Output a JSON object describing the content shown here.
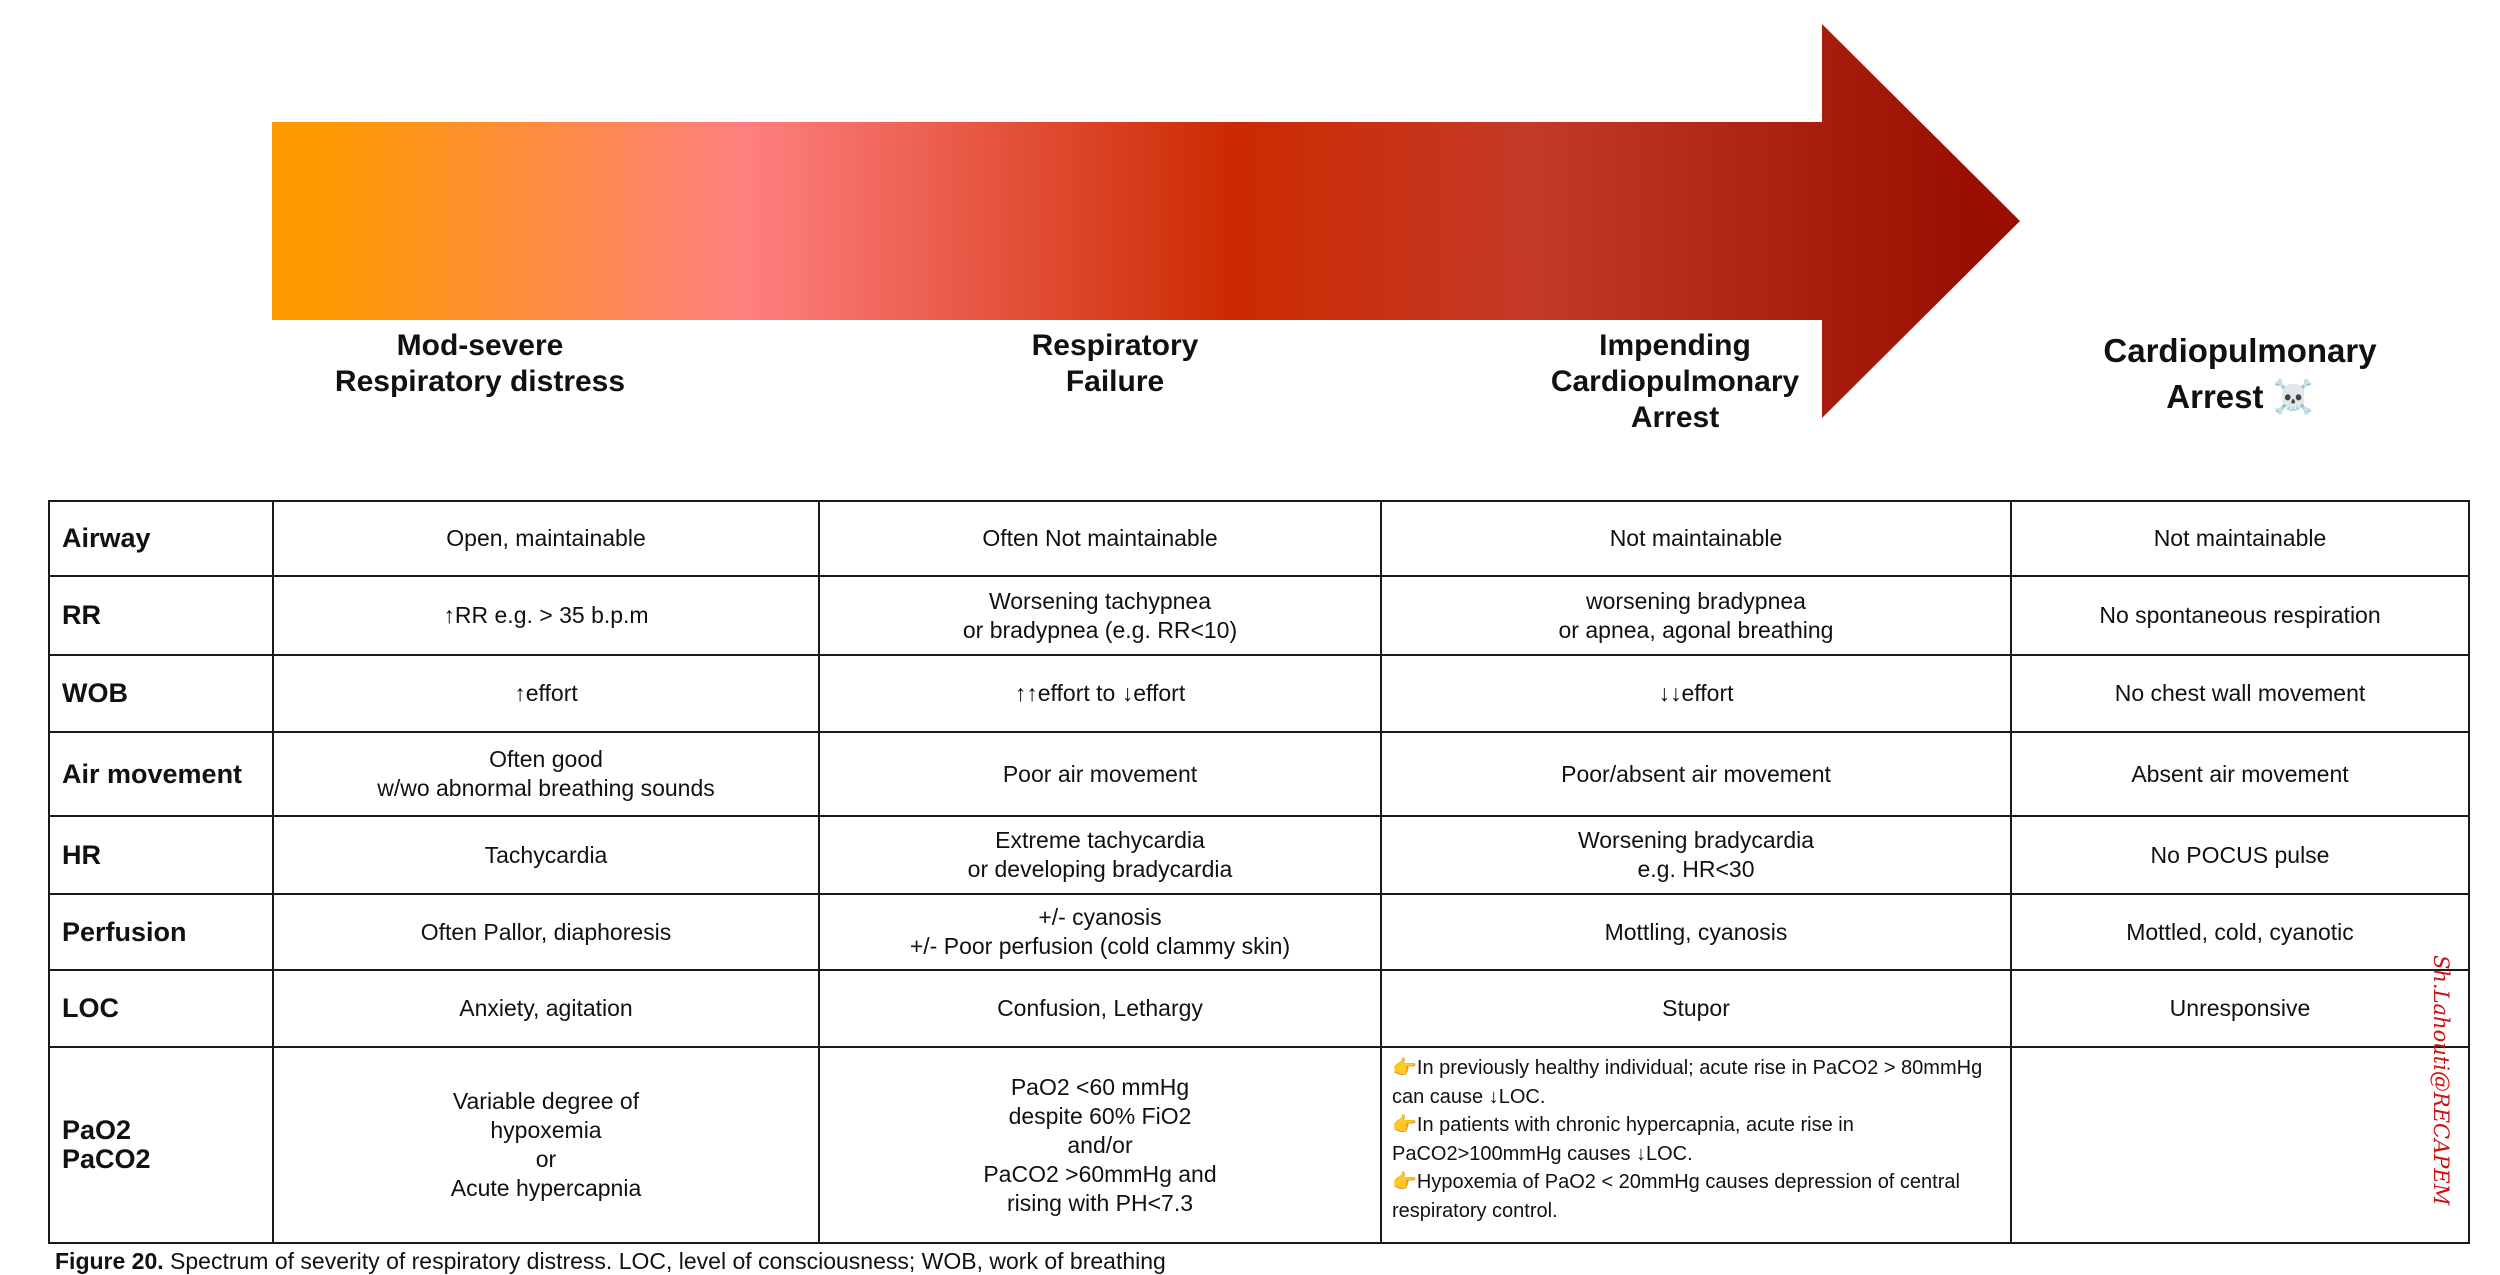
{
  "stages": [
    {
      "label": "Mod-severe\nRespiratory distress"
    },
    {
      "label": "Respiratory\nFailure"
    },
    {
      "label": "Impending\nCardiopulmonary\nArrest"
    },
    {
      "label": "Cardiopulmonary\nArrest ☠️"
    }
  ],
  "arrow_colors": [
    "#ff9a00",
    "#ff8080",
    "#cc2a00",
    "#c43a28",
    "#9a1000"
  ],
  "rows": [
    {
      "param": "Airway",
      "cells": [
        "Open, maintainable",
        "Often Not maintainable",
        "Not maintainable",
        "Not maintainable"
      ]
    },
    {
      "param": "RR",
      "cells": [
        "↑RR e.g. > 35 b.p.m",
        "Worsening tachypnea\nor bradypnea (e.g. RR<10)",
        "worsening bradypnea\nor apnea, agonal breathing",
        "No spontaneous respiration"
      ]
    },
    {
      "param": "WOB",
      "cells": [
        "↑effort",
        "↑↑effort to ↓effort",
        "↓↓effort",
        "No chest wall movement"
      ]
    },
    {
      "param": "Air movement",
      "cells": [
        "Often good\nw/wo abnormal breathing sounds",
        "Poor air movement",
        "Poor/absent air movement",
        "Absent air movement"
      ]
    },
    {
      "param": "HR",
      "cells": [
        "Tachycardia",
        "Extreme tachycardia\nor developing bradycardia",
        "Worsening bradycardia\ne.g. HR<30",
        "No POCUS pulse"
      ]
    },
    {
      "param": "Perfusion",
      "cells": [
        "Often Pallor, diaphoresis",
        "+/- cyanosis\n+/- Poor perfusion (cold clammy skin)",
        "Mottling, cyanosis",
        "Mottled, cold, cyanotic"
      ]
    },
    {
      "param": "LOC",
      "cells": [
        "Anxiety, agitation",
        "Confusion, Lethargy",
        "Stupor",
        "Unresponsive"
      ]
    }
  ],
  "gas_row": {
    "param": "PaO2\nPaCO2",
    "col1": "Variable degree of\nhypoxemia\nor\nAcute hypercapnia",
    "col2": "PaO2 <60 mmHg\ndespite 60% FiO2\nand/or\nPaCO2 >60mmHg and\nrising with PH<7.3",
    "notes": [
      "In previously healthy individual; acute rise in PaCO2 > 80mmHg can cause ↓LOC.",
      "In patients with chronic hypercapnia, acute rise in PaCO2>100mmHg causes ↓LOC.",
      "Hypoxemia of PaO2 < 20mmHg causes depression of central respiratory control."
    ],
    "note_icon": "pointing-hand-icon",
    "col4": ""
  },
  "caption": {
    "label": "Figure 20.",
    "text": " Spectrum of severity of respiratory distress. LOC, level of consciousness; WOB, work of breathing"
  },
  "signature": "Sh.Lahouti@RECAPEM"
}
